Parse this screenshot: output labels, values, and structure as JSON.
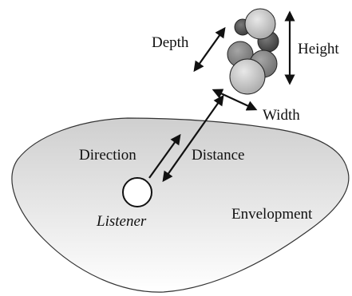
{
  "labels": {
    "depth": "Depth",
    "height": "Height",
    "width": "Width",
    "direction": "Direction",
    "distance": "Distance",
    "listener": "Listener",
    "envelopment": "Envelopment"
  },
  "icons": {
    "source_cluster": "sound-source-cluster-icon",
    "listener": "listener-circle-icon",
    "room": "room-shape-icon"
  },
  "colors": {
    "stroke": "#222222",
    "room_fill_top": "#d2d2d2",
    "room_fill_bottom": "#ffffff",
    "sphere_dark": "#555555",
    "sphere_mid": "#8a8a8a",
    "sphere_light": "#c9c9c9"
  }
}
